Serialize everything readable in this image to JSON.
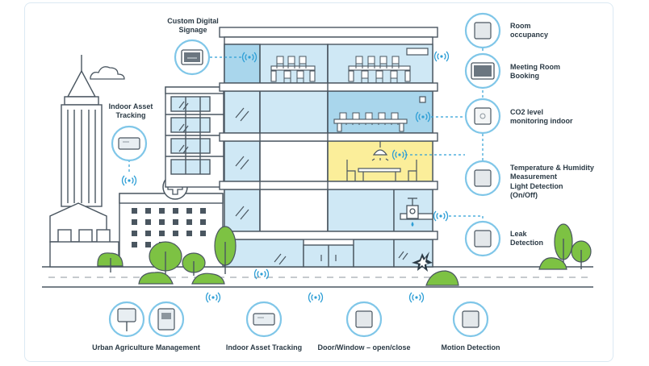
{
  "labels": {
    "custom_signage": [
      "Custom Digital",
      "Signage"
    ],
    "asset_tracking_top": [
      "Indoor Asset",
      "Tracking"
    ],
    "room_occupancy": [
      "Room",
      "occupancy"
    ],
    "meeting_booking": [
      "Meeting Room",
      "Booking"
    ],
    "co2": [
      "CO2 level",
      "monitoring indoor"
    ],
    "temp_humidity": [
      "Temperature & Humidity",
      "Measurement"
    ],
    "light": [
      "Light Detection",
      "(On/Off)"
    ],
    "leak": [
      "Leak",
      "Detection"
    ],
    "urban_agri": "Urban Agriculture Management",
    "asset_tracking_bottom": "Indoor Asset Tracking",
    "door_window": "Door/Window – open/close",
    "motion": "Motion Detection"
  },
  "icons": [
    "wireless-signal-icon",
    "medical-cross-icon",
    "lamp-icon",
    "water-drop-icon",
    "break-in-icon",
    "tree-icon"
  ],
  "colors": {
    "line": "#4a5660",
    "glass": "#cfe8f5",
    "glass_dark": "#a9d6ec",
    "accent": "#2f9fd6",
    "circle": "#7fc6e8",
    "yellow_room": "#fbee9a",
    "tree": "#7dc243",
    "tree_dark": "#5a9e2c"
  }
}
